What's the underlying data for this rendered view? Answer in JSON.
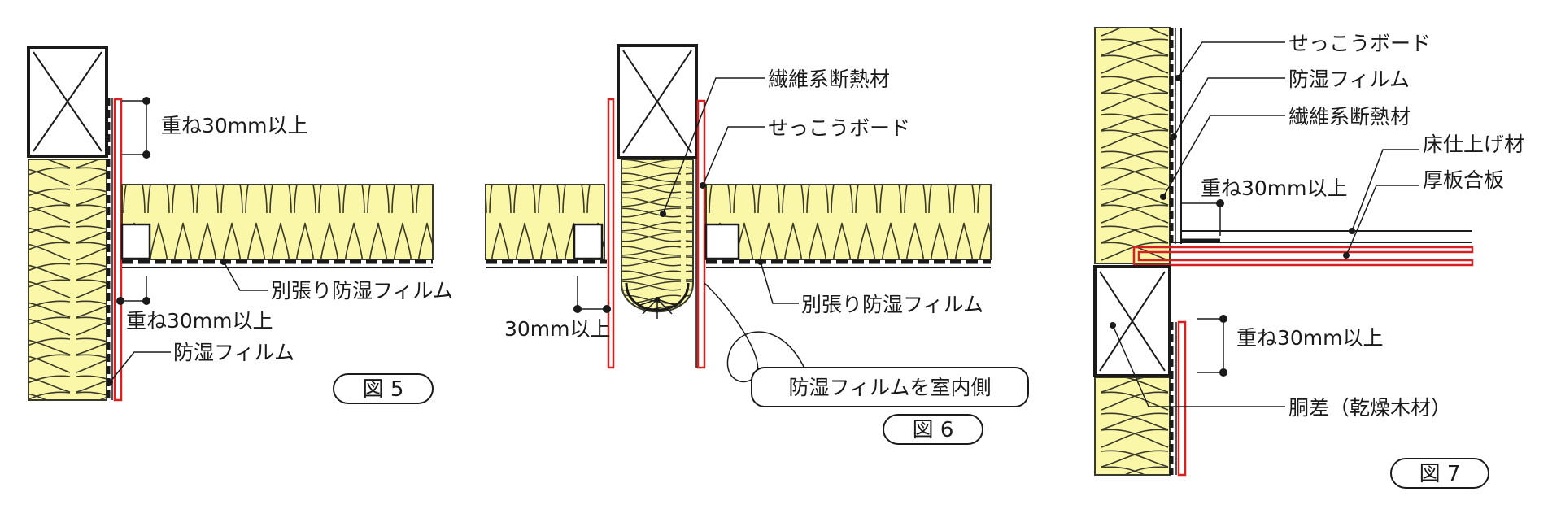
{
  "colors": {
    "insulation_fill": "#fbf7a8",
    "insulation_stroke": "#3a3a2a",
    "film_red": "#d82020",
    "line": "#1a1a1a",
    "background": "#ffffff"
  },
  "figure5": {
    "caption": "図 5",
    "labels": {
      "overlap_top": "重ね30mm以上",
      "separate_film": "別張り防湿フィルム",
      "overlap_bottom": "重ね30mm以上",
      "vapor_film": "防湿フィルム"
    }
  },
  "figure6": {
    "caption": "図 6",
    "labels": {
      "fiber_insulation": "繊維系断熱材",
      "gypsum_board": "せっこうボード",
      "separate_film": "別張り防湿フィルム",
      "min_30": "30mm以上"
    },
    "callout": "防湿フィルムを室内側"
  },
  "figure7": {
    "caption": "図 7",
    "labels": {
      "gypsum_board": "せっこうボード",
      "vapor_film": "防湿フィルム",
      "fiber_insulation": "繊維系断熱材",
      "floor_finish": "床仕上げ材",
      "thick_plywood": "厚板合板",
      "overlap": "重ね30mm以上",
      "overlap_lower": "重ね30mm以上",
      "dosashi": "胴差（乾燥木材）"
    }
  }
}
